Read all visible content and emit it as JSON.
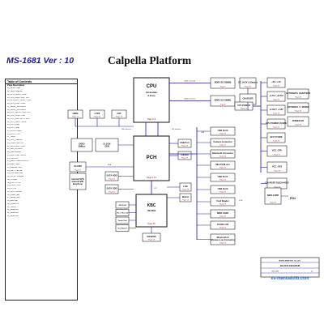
{
  "header": {
    "model": "MS-1681  Ver : 10",
    "title": "Calpella Platform"
  },
  "toc": {
    "heading": "Table of Contents",
    "subheading": "Page Description",
    "rows": [
      "01_Cover Page",
      "02_Block Diagram",
      "03_CPU_DDR3 / PWR",
      "04_CPU_PEG / DMI / FDI",
      "05_CPU_CLK / MISC / JTAG",
      "06_CPU_PWR / GND",
      "07_DDR3_SO-DIMM0",
      "08_DDR3_SO-DIMM1",
      "09_PCH_SATA / HDA / RTC",
      "10_PCH_PCIE / USB",
      "11_PCH_DMI / FDI / LVDS",
      "12_PCH_GPIO / MISC",
      "13_PCH_PWR",
      "14_PCH_GND",
      "15_CLOCK GEN",
      "16_LVDS / CRT",
      "17_HDMI",
      "18_KBC_ITE8502",
      "19_Touch Pad / KB",
      "20_SATA HDD / ODD",
      "21_LAN_RTL8111",
      "22_Card Reader",
      "23_Mini PCIE / WLAN",
      "24_USB Port",
      "25_Audio Codec ALC269",
      "26_AMP / Jack",
      "27_Camera / MIC",
      "28_Fan / Thermal",
      "29_SYSTEM PWR",
      "30_DC IN / Charger",
      "31_VCORE",
      "32_1.5V / 0.75V",
      "33_1.05V / 1.8V",
      "34_5V / 3V",
      "35_GFX VCORE",
      "36_Power Seq",
      "37_Screw Hole",
      "38_EMI Cap",
      "39_Power OK",
      "40_History",
      "41_Reserved",
      "42_Reserved",
      "43_Reserved"
    ]
  },
  "diagram": {
    "cpu": {
      "title": "CPU",
      "sub1": "Arrandale",
      "sub2": "2 Core",
      "page": "Page 3~6"
    },
    "pch": {
      "title": "PCH",
      "page": "Page 9~14"
    },
    "kbc": {
      "title": "KBC",
      "sub": "ITE 8502",
      "page": "Page 18"
    },
    "clock": [
      "CLOCK",
      "GEN"
    ],
    "memory": [
      {
        "label": "DDR3 SO-DIMM0",
        "page": "Page 7"
      },
      {
        "label": "DDR3 SO-DIMM1",
        "page": "Page 8"
      }
    ],
    "display": [
      {
        "label": "HDMI",
        "page": "Page 17"
      },
      {
        "label": "LVDS",
        "page": "Page 16"
      },
      {
        "label": "CRT",
        "page": "Page 16"
      }
    ],
    "audio": [
      {
        "label": "ALC269",
        "page": "Page 25"
      },
      {
        "label": "Internal SPK",
        "page": ""
      },
      {
        "label": "Internal MIC",
        "page": ""
      },
      {
        "label": "Earphone",
        "page": ""
      }
    ],
    "sata": [
      {
        "label": "SATA HDD",
        "page": "Page 20"
      },
      {
        "label": "SATA ODD",
        "page": "Page 20"
      }
    ],
    "pch_right": [
      {
        "label": "USB Port",
        "page": "Page 24"
      },
      {
        "label": "Camera",
        "page": "Page 27"
      }
    ],
    "devices": [
      {
        "label": "USB Port0",
        "page": "Page 24"
      },
      {
        "label": "Camera Connector",
        "page": "Page 27"
      },
      {
        "label": "Bluetooth Connector",
        "page": "Page 24"
      },
      {
        "label": "Mini PCIE slot",
        "page": "Page 23"
      },
      {
        "label": "USB Port1",
        "page": "Page 24"
      },
      {
        "label": "USB Port2",
        "page": "Page 24"
      },
      {
        "label": "Card Reader",
        "page": "Page 22"
      },
      {
        "label": "NEW CARD",
        "page": "Page 23"
      },
      {
        "label": "10/100 LAN",
        "page": "Page 21"
      },
      {
        "label": "Bluetooth & Wireless Lan Connector",
        "page": "Page 23"
      }
    ],
    "kbc_left": [
      {
        "label": "SPI ROM",
        "page": "Page 18"
      },
      {
        "label": "Fan / Thermal",
        "page": "Page 28"
      },
      {
        "label": "Touch Pad",
        "page": "Page 19"
      },
      {
        "label": "Key Board",
        "page": "Page 19"
      }
    ],
    "kbc_right": [
      {
        "label": "LED",
        "page": "Page 19"
      },
      {
        "label": "Button",
        "page": "Page 19"
      }
    ],
    "kbc_bottom": {
      "label": "SW BIOS",
      "page": "Page 18"
    },
    "power_in": [
      {
        "label": "DC JACK & Battery",
        "page": "Page 30"
      },
      {
        "label": "CHARGER",
        "page": "Page 30"
      }
    ],
    "sys_power": {
      "label": "SYS POWER",
      "page": "Page 29"
    },
    "power_rails": [
      {
        "label": "+5V / +3V",
        "page": "Page 34"
      },
      {
        "label": "+1.5V / +0.75V",
        "page": "Page 32"
      },
      {
        "label": "+1.05V / +1.8V",
        "page": "Page 33"
      },
      {
        "label": "CPU POWER VCORE",
        "page": "Page 31"
      },
      {
        "label": "GFX VCORE",
        "page": "Page 35"
      }
    ],
    "power_right": [
      {
        "label": "AUTOMATIC ADAPTERS",
        "page": "Page 36"
      },
      {
        "label": "EXTERNAL V_SENSE",
        "page": "Page 36"
      },
      {
        "label": "POWER OK",
        "page": "Page 39"
      }
    ],
    "power_mid": [
      {
        "label": "VCC_CPU",
        "page": "Page 31"
      },
      {
        "label": "VCC_GFX",
        "page": "Page 35"
      },
      {
        "label": "CHARGER DISCHARGE",
        "page": "Page 30"
      }
    ],
    "pcie_box": {
      "label": "NEW CARD",
      "sub": "PCIe",
      "page": "Page 23"
    },
    "pcie_label": "PCIe",
    "titleblock": {
      "company": "MICRO-STAR INT'L CO.,LTD.",
      "title": "BLOCK DIAGRAM",
      "doc": "MS-1681",
      "rev": "10",
      "watermark": "es-manualslib.com"
    },
    "bus_labels": {
      "ddr3_a": "DDR3 Channel A",
      "ddr3_b": "DDR3 Channel B",
      "dmi": "DMI Interface",
      "fdi": "FDI Interface",
      "usb": "USB",
      "pcie": "PCIE",
      "lpc": "LPC",
      "hda": "HDA",
      "sata": "SATA",
      "smbus": "SMBus"
    }
  },
  "colors": {
    "line": "#1a1aa0",
    "box": "#2a2a2a",
    "page": "#b00000",
    "watermark": "#1f6fd0"
  }
}
